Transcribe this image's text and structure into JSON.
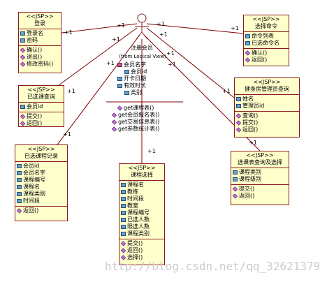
{
  "actor": {
    "name": "注册会员",
    "view": "(from Logical View)",
    "attributes": [
      "会员名字",
      "会员id",
      "开卡日期",
      "有效时长",
      "类别"
    ],
    "operations": [
      "get课程表()",
      "get会员报名表()",
      "get交易信息表()",
      "get参数统计表()"
    ]
  },
  "classes": {
    "login": {
      "stereotype": "<<JSP>>",
      "name": "登录",
      "attributes": [
        "登录名",
        "密码"
      ],
      "operations": [
        "确认()",
        "退出()",
        "修改密码()"
      ]
    },
    "select_cmd": {
      "stereotype": "<<JSP>>",
      "name": "选择命令",
      "attributes": [
        "命令列表",
        "已选命令名"
      ],
      "operations": [
        "确认()",
        "返回()"
      ]
    },
    "selected_query": {
      "stereotype": "<<JSP>>",
      "name": "已选课查询",
      "attributes": [
        "会员id"
      ],
      "operations": [
        "提交()",
        "返回()"
      ]
    },
    "gym_admin": {
      "stereotype": "<<JSP>>",
      "name": "健身房管理员查询",
      "attributes": [
        "姓名",
        "管理员id"
      ],
      "operations": [
        "查询()",
        "提交()",
        "返回()"
      ]
    },
    "course_record": {
      "stereotype": "<<JSP>>",
      "name": "已选课程记录",
      "attributes": [
        "会员id",
        "会员名字",
        "课程编号",
        "课程名",
        "课程类别",
        "时间段"
      ],
      "operations": [
        "返回()"
      ]
    },
    "course_table": {
      "stereotype": "<<JSP>>",
      "name": "课程选择",
      "attributes": [
        "课程名",
        "教练",
        "时间段",
        "教室",
        "课程编号",
        "已选人数",
        "限选人数",
        "课程类别"
      ],
      "operations": [
        "提交()",
        "返回()",
        "选择()"
      ]
    },
    "course_query": {
      "stereotype": "<<JSP>>",
      "name": "选课表查询及选择",
      "attributes": [
        "课程类别",
        "课程级别"
      ],
      "operations": [
        "提交()",
        "返回()"
      ]
    }
  },
  "multiplicities": {
    "m1": "+1",
    "m2": "+1",
    "m3": "+1",
    "m4": "+1",
    "m5": "+1",
    "m6": "+1",
    "m7": "+1",
    "m8": "+1",
    "m9": "+1",
    "m10": "+1",
    "m11": "+1",
    "m12": "+1",
    "m13": "+1",
    "m14": "+1"
  },
  "watermark": "http://blog.csdn.net/qq_32621379",
  "colors": {
    "box_fill": "#ffffcc",
    "box_border": "#8b1a1a",
    "line": "#800000"
  }
}
